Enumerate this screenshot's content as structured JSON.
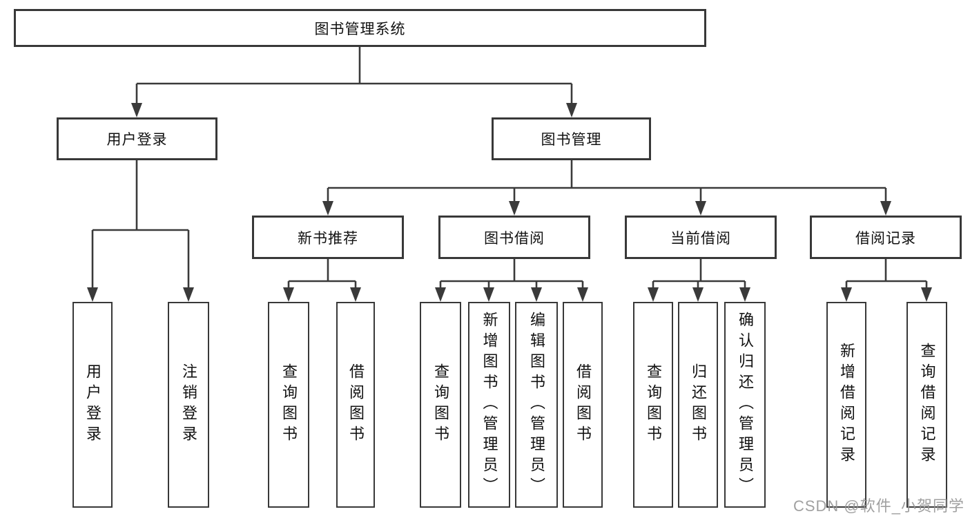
{
  "tree": {
    "label": "图书管理系统",
    "children": [
      {
        "label": "用户登录",
        "children": [
          {
            "label": "用户登录"
          },
          {
            "label": "注销登录"
          }
        ]
      },
      {
        "label": "图书管理",
        "children": [
          {
            "label": "新书推荐",
            "children": [
              {
                "label": "查询图书"
              },
              {
                "label": "借阅图书"
              }
            ]
          },
          {
            "label": "图书借阅",
            "children": [
              {
                "label": "查询图书"
              },
              {
                "label": "新增图书（管理员）"
              },
              {
                "label": "编辑图书（管理员）"
              },
              {
                "label": "借阅图书"
              }
            ]
          },
          {
            "label": "当前借阅",
            "children": [
              {
                "label": "查询图书"
              },
              {
                "label": "归还图书"
              },
              {
                "label": "确认归还（管理员）"
              }
            ]
          },
          {
            "label": "借阅记录",
            "children": [
              {
                "label": "新增借阅记录"
              },
              {
                "label": "查询借阅记录"
              }
            ]
          }
        ]
      }
    ]
  },
  "watermark": {
    "text": "CSDN @软件_小贺同学"
  },
  "colors": {
    "line": "#3a3a3a",
    "text": "#111111",
    "watermark": "#999999"
  }
}
